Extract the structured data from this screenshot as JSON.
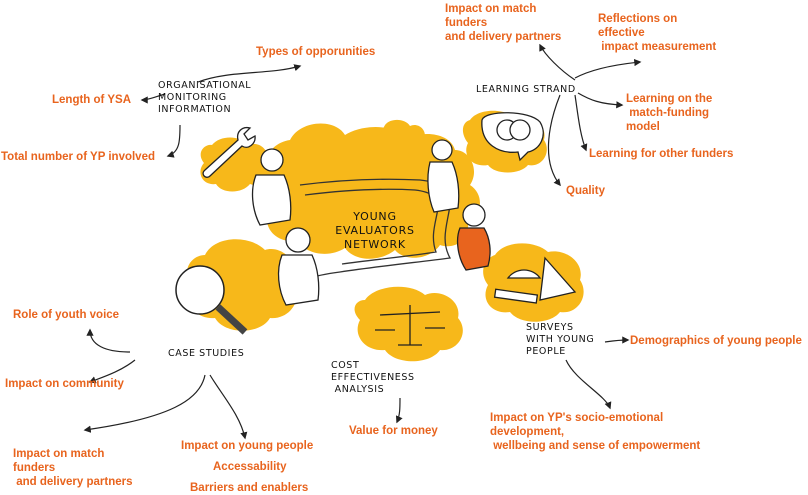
{
  "colors": {
    "accent": "#e8641e",
    "blob": "#f7b81a",
    "ink": "#111111"
  },
  "center": {
    "title": "YOUNG\nEVALUATORS\nNETWORK"
  },
  "organisational": {
    "title": "ORGANISATIONAL\nMONITORING\nINFORMATION",
    "items": {
      "types": "Types of opporunities",
      "length": "Length of YSA",
      "total": "Total number of YP involved"
    }
  },
  "learning": {
    "title": "LEARNING STRAND",
    "items": {
      "impact_match": "Impact on match\nfunders\nand delivery partners",
      "reflections": "Reflections on\neffective\n impact measurement",
      "match_funding": "Learning on the\n match-funding\nmodel",
      "other_funders": "Learning for other funders",
      "quality": "Quality"
    }
  },
  "case_studies": {
    "title": "CASE STUDIES",
    "items": {
      "youth_voice": "Role of youth voice",
      "community": "Impact on community",
      "match_funders": "Impact on match\nfunders\n and delivery partners",
      "young_people": "Impact on young people",
      "accessability": "Accessability",
      "barriers": "Barriers and enablers"
    }
  },
  "cost": {
    "title": "COST\nEFFECTIVENESS\n ANALYSIS",
    "items": {
      "value": "Value for money"
    }
  },
  "surveys": {
    "title": "SURVEYS\nWITH YOUNG\nPEOPLE",
    "items": {
      "demographics": "Demographics of young people",
      "socio": "Impact on YP's socio-emotional\ndevelopment,\n wellbeing and sense of empowerment"
    }
  }
}
